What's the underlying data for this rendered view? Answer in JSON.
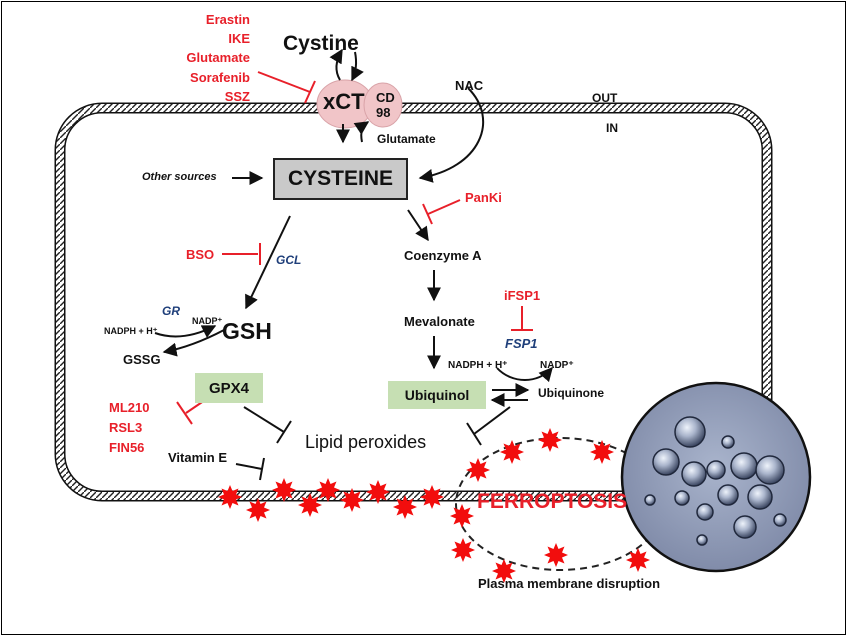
{
  "labels": {
    "cystine": "Cystine",
    "xct": "xCT",
    "cd98": "CD\n98",
    "cd98_a": "CD",
    "cd98_b": "98",
    "glutamate_out": "Glutamate",
    "nac": "NAC",
    "out": "OUT",
    "in": "IN",
    "cysteine": "CYSTEINE",
    "other_sources": "Other sources",
    "gcl": "GCL",
    "gr": "GR",
    "nadph_left": "NADPH + H⁺",
    "nadp_left": "NADP⁺",
    "gsh": "GSH",
    "gssg": "GSSG",
    "gpx4": "GPX4",
    "vitamin_e": "Vitamin E",
    "lipid_peroxides": "Lipid peroxides",
    "coenzyme_a": "Coenzyme A",
    "mevalonate": "Mevalonate",
    "fsp1": "FSP1",
    "nadph_right": "NADPH + H⁺",
    "nadp_right": "NADP⁺",
    "ubiquinol": "Ubiquinol",
    "ubiquinone": "Ubiquinone",
    "ferroptosis": "FERROPTOSIS",
    "membrane_disruption": "Plasma membrane disruption"
  },
  "inhibitors": {
    "system_xc": [
      "Erastin",
      "IKE",
      "Glutamate",
      "Sorafenib",
      "SSZ"
    ],
    "gcl": "BSO",
    "gpx4": [
      "ML210",
      "RSL3",
      "FIN56"
    ],
    "pank": "PanKi",
    "fsp1": "iFSP1"
  },
  "colors": {
    "inhibitor": "#e8202a",
    "enzyme": "#1f3f7a",
    "transporter": "#f1c5c8",
    "cysteine_box": "#c9c9c9",
    "enzyme_box": "#c6dfb3",
    "burst": "#f20d0d"
  },
  "icons": {
    "burst": "red-starburst-icon",
    "micrograph": "cell-micrograph-image"
  }
}
